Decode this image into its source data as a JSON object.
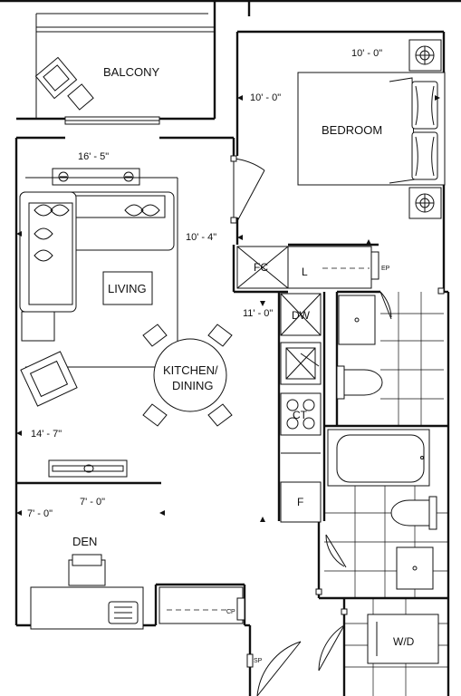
{
  "rooms": {
    "balcony": "BALCONY",
    "bedroom": "BEDROOM",
    "living": "LIVING",
    "kitchen_line1": "KITCHEN/",
    "kitchen_line2": "DINING",
    "den": "DEN"
  },
  "dimensions": {
    "bedroom_top": "10' - 0\"",
    "bedroom_side": "10' - 0\"",
    "balcony_width": "16' - 5\"",
    "passage": "10' - 4\"",
    "kitchen_run": "11' - 0\"",
    "living_length": "14' - 7\"",
    "den_top": "7' - 0\"",
    "den_side": "7' - 0\""
  },
  "fixtures": {
    "fan_coil": "FC",
    "linen": "L",
    "electrical_panel": "EP",
    "dishwasher": "DW",
    "cooktop": "CT",
    "fridge": "F",
    "closet_pantry": "CP",
    "sprinkler": "SP",
    "washer_dryer": "W/D"
  }
}
